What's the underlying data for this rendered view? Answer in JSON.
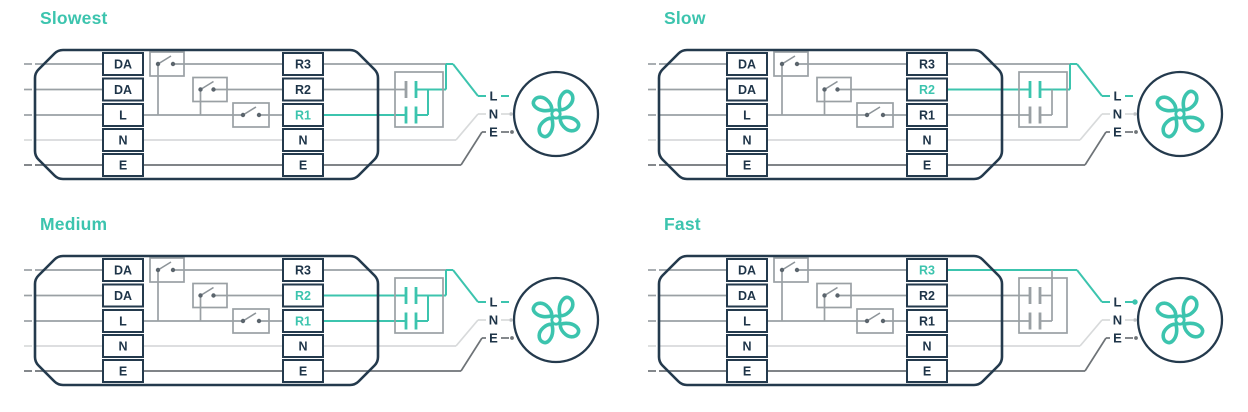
{
  "figure": {
    "type": "fan-speed-wiring-diagrams",
    "background": "#ffffff"
  },
  "colors": {
    "teal": "#3cc4ae",
    "navy": "#243a4d",
    "label_navy": "#1e3448",
    "gray": "#9aa0a4",
    "light_gray": "#d8dadb",
    "dark_gray": "#6e7377",
    "relay_dot": "#5b656d",
    "relay_blade": "#8d9499",
    "white": "#ffffff"
  },
  "terminals": {
    "left": [
      "DA",
      "DA",
      "L",
      "N",
      "E"
    ],
    "right": [
      "R3",
      "R2",
      "R1",
      "N",
      "E"
    ]
  },
  "fan": {
    "labels": [
      "L",
      "N",
      "E"
    ]
  },
  "panels": [
    {
      "title": "Slowest",
      "active_terminals": [
        "R1"
      ]
    },
    {
      "title": "Slow",
      "active_terminals": [
        "R2"
      ]
    },
    {
      "title": "Medium",
      "active_terminals": [
        "R1",
        "R2"
      ]
    },
    {
      "title": "Fast",
      "active_terminals": [
        "R3"
      ]
    }
  ]
}
